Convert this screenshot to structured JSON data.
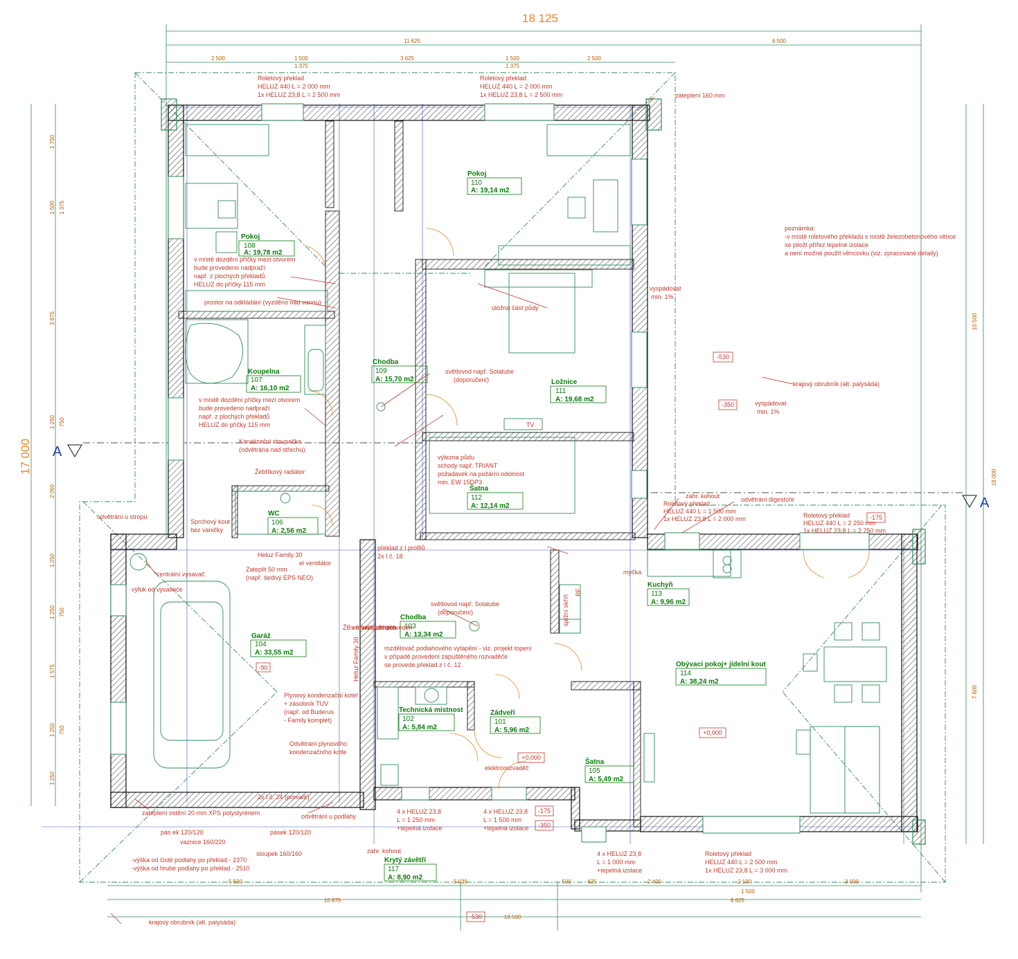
{
  "dimensions": {
    "overall_width": "18 125",
    "overall_height": "17 000",
    "top_left": "11 625",
    "top_right": "6 500",
    "row_top": [
      "2 500",
      "1 500",
      "3 625",
      "1 500",
      "2 500"
    ],
    "row_top2": [
      "1 375",
      "1 375"
    ],
    "right_height": "18 000",
    "right_sub": [
      "10 500",
      "7 600"
    ],
    "bottom_row": [
      "5 500",
      "5 029",
      "500",
      "625",
      "2 400",
      "2 100",
      "3 000"
    ],
    "bottom_total": "19 500",
    "bottom_mid": [
      "10 875",
      "8 625",
      "1 500"
    ],
    "left_vert": [
      "1 750",
      "1 500",
      "3 875",
      "1 250",
      "2 050",
      "1 250",
      "1 250",
      "1 575",
      "1 250",
      "1 250"
    ],
    "left_sub": [
      "1 375",
      "750",
      "750",
      "750"
    ]
  },
  "section_marks": {
    "left": "A",
    "right": "A"
  },
  "rooms": [
    {
      "num": "108",
      "name": "Pokoj",
      "area": "A: 19,78 m2"
    },
    {
      "num": "110",
      "name": "Pokoj",
      "area": "A: 19,14 m2"
    },
    {
      "num": "107",
      "name": "Koupelna",
      "area": "A: 16,10 m2"
    },
    {
      "num": "109",
      "name": "Chodba",
      "area": "A: 15,70 m2"
    },
    {
      "num": "111",
      "name": "Ložnice",
      "area": "A: 19,68 m2"
    },
    {
      "num": "112",
      "name": "Šatna",
      "area": "A: 12,14 m2"
    },
    {
      "num": "106",
      "name": "WC",
      "area": "A: 2,56 m2"
    },
    {
      "num": "104",
      "name": "Garáž",
      "area": "A: 33,55 m2"
    },
    {
      "num": "103",
      "name": "Chodba",
      "area": "A: 13,34 m2"
    },
    {
      "num": "113",
      "name": "Kuchyň",
      "area": "A: 9,96 m2"
    },
    {
      "num": "114",
      "name": "Obývací pokoj+ jídelní kout",
      "area": "A: 38,24 m2"
    },
    {
      "num": "102",
      "name": "Technická místnost",
      "area": "A: 5,84 m2"
    },
    {
      "num": "101",
      "name": "Zádveří",
      "area": "A: 5,96 m2"
    },
    {
      "num": "105",
      "name": "Šatna",
      "area": "A: 5,49 m2"
    },
    {
      "num": "117",
      "name": "Krytý závětří",
      "area": "A: 8,90 m2"
    }
  ],
  "levels": [
    "-530",
    "-350",
    "-90",
    "+0,000",
    "+0,000",
    "-175",
    "-350",
    "-175",
    "-530"
  ],
  "notes": {
    "roleta1": [
      "Roletový překlad",
      "HELUZ 440 L = 2 000 mm",
      "1x HELUZ 23,8 L = 2 500 mm"
    ],
    "roleta2": [
      "Roletový překlad",
      "HELUZ 440 L = 2 000 mm",
      "1x HELUZ 23,8 L = 2 500 mm"
    ],
    "zatepleni": "zateplení 160 mm",
    "poznamka": [
      "poznámka:",
      "-v místě roletového překladu s místě železobetonového věnce",
      "se piloží přířez tepelné izolace",
      "a není možné použít věncovku (viz. zpracované detaily)"
    ],
    "dozdeni1": [
      "v místě dozdění příčky mezi otvorem",
      "bude provedeno nadpraží",
      "např. z plochých překladů",
      "HELUZ do příčky 115 mm"
    ],
    "dozdeni2": [
      "v místě dozdění příčky mezi otvorem",
      "bude provedeno nadpraží",
      "např. z plochých překladů",
      "HELUZ do příčky 115 mm"
    ],
    "prostor": "prostor na odkládání (vyzděno nad vanou)",
    "ulozna": "úložná část půdy",
    "svetlovod1": [
      "světlovod např. Solatube",
      "(doporučení)"
    ],
    "svetlovod2": [
      "světlovod např. Solatube",
      "(doporučení)"
    ],
    "kanalizace": [
      "Kanalizační stoupačka",
      "(odvětrána nad střechu)"
    ],
    "zebrik": "Žebříkový radiátor",
    "sprcha": [
      "Sprchový kout",
      "bez vaničky"
    ],
    "vylez": [
      "výlezna půdu",
      "schody např. TRIANT",
      "požadavek na požární odolnost",
      "min. EW 15DP3"
    ],
    "odvetrani_strop": "odvětrání u stropu",
    "heluz_family": "Heluz Family 30",
    "el_vent": "el ventilátor",
    "zateplit": [
      "Zateplit 50 mm",
      "(např. šedivý EPS NEO)"
    ],
    "centralni": "centrální vysavač",
    "vyfuk": "výfuk od vysavače",
    "zb_venec": [
      "ŽB věnce bude proveden",
      "v místě vnitřních",
      "nosných stěn"
    ],
    "heluz_family2": "Heluz Family 30",
    "preklad_profil": [
      "překlad z I profilů",
      "2x I č. 18"
    ],
    "rozdelovac": [
      "rozdělovač podlahového vytápění - viz. projekt topení",
      "v případě provedení zapuštěného rozvaděče",
      "se provede překlad z I č. 12"
    ],
    "plynovy": [
      "Plynový kondenzační kotel",
      "+ zásobník TUV",
      "(např. od Buderus",
      "- Family komplet)"
    ],
    "odvetrani_kotle": [
      "Odvětrání plynového",
      "kondenzačního kotle"
    ],
    "elektro": "elektrorozvaděč",
    "zatepleni_ostenii": "zateplení ostění 20 mm XPS polystyrénem",
    "odvetrani_podlahy": "odvětrání u podlahy",
    "pasek1": "pás ek 120/120",
    "pasek2": "pásek 120/120",
    "vaznice": "vaznice 160/220",
    "sloupek": "sloupek 160/160",
    "zahr_kohout": "zahr. kohout",
    "zahr_kohout2": "zahr. kohout",
    "odvetrani_digestore": "odvětrání digestoře",
    "vyska": [
      "-výška od čisté podlahy po překlad - 2370",
      "-výška od hrubé podlahy po překlad - 2510"
    ],
    "krajovy1": "krajový obrubník (alt. palysáda)",
    "krajovy2": "krajový obrubník (alt. palysáda)",
    "vyspadovat1": [
      "vyspádovat",
      "min. 1%"
    ],
    "vyspadovat2": [
      "vyspádovat",
      "min. 1%"
    ],
    "roleta_right": [
      "Roletový překlad",
      "HELUZ 440 L = 1 500 mm",
      "1x HELUZ 23,8 L = 2 000 mm"
    ],
    "roleta_right2": [
      "Roletový překlad",
      "HELUZ 440 L = 2 250 mm",
      "1x HELUZ 23,8 L = 2 750 mm"
    ],
    "roleta_bottom": [
      "Roletový překlad",
      "HELUZ 440 L = 2 500 mm",
      "1x HELUZ 23,8 L = 3 000 mm"
    ],
    "heluz_bottom1": [
      "4 x HELUZ 23,8",
      "L = 1 250 mm",
      "+tepelná izolace"
    ],
    "heluz_bottom2": [
      "4 x HELUZ 23,8",
      "L = 1 500 mm",
      "+tepelná izolace"
    ],
    "heluz_bottom3": [
      "4 x HELUZ 23,8",
      "L = 1 000 mm",
      "+tepelná izolace"
    ],
    "myčka": "myčka",
    "spizni": "spížní skříň",
    "rf": "RF",
    "tv": "TV",
    "provalit": "2x I č. 24 (provaliť)"
  }
}
